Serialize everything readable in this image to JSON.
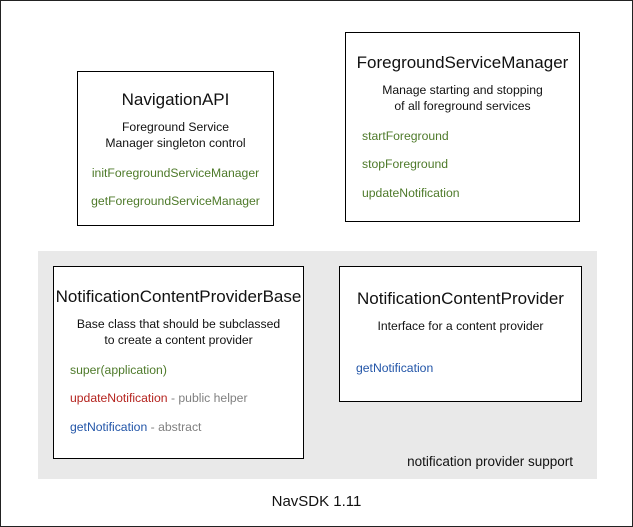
{
  "diagram": {
    "footer": "NavSDK 1.11",
    "group_panel": {
      "label": "notification provider support"
    },
    "boxes": [
      {
        "id": "navigation-api",
        "title": "NavigationAPI",
        "desc_line1": "Foreground Service",
        "desc_line2": "Manager singleton control",
        "methods": [
          {
            "name": "initForegroundServiceManager",
            "note": ""
          },
          {
            "name": "getForegroundServiceManager",
            "note": ""
          }
        ]
      },
      {
        "id": "foreground-service-manager",
        "title": "ForegroundServiceManager",
        "desc_line1": "Manage starting and stopping",
        "desc_line2": "of all foreground services",
        "methods": [
          {
            "name": "startForeground",
            "note": ""
          },
          {
            "name": "stopForeground",
            "note": ""
          },
          {
            "name": "updateNotification",
            "note": ""
          }
        ]
      },
      {
        "id": "notification-content-provider-base",
        "title": "NotificationContentProviderBase",
        "desc_line1": "Base class that should be subclassed",
        "desc_line2": "to create a content provider",
        "methods": [
          {
            "name": "super(application)",
            "note": ""
          },
          {
            "name": "updateNotification",
            "note": " - public helper"
          },
          {
            "name": "getNotification",
            "note": " - abstract"
          }
        ]
      },
      {
        "id": "notification-content-provider",
        "title": "NotificationContentProvider",
        "desc_line1": "Interface for a content provider",
        "desc_line2": "",
        "methods": [
          {
            "name": "getNotification",
            "note": ""
          }
        ]
      }
    ]
  },
  "colors": {
    "green": "#4e7a2a",
    "red": "#b5241f",
    "blue": "#2255a8",
    "note_gray": "#808080",
    "panel_bg": "#e9e9e9",
    "border": "#000000"
  }
}
